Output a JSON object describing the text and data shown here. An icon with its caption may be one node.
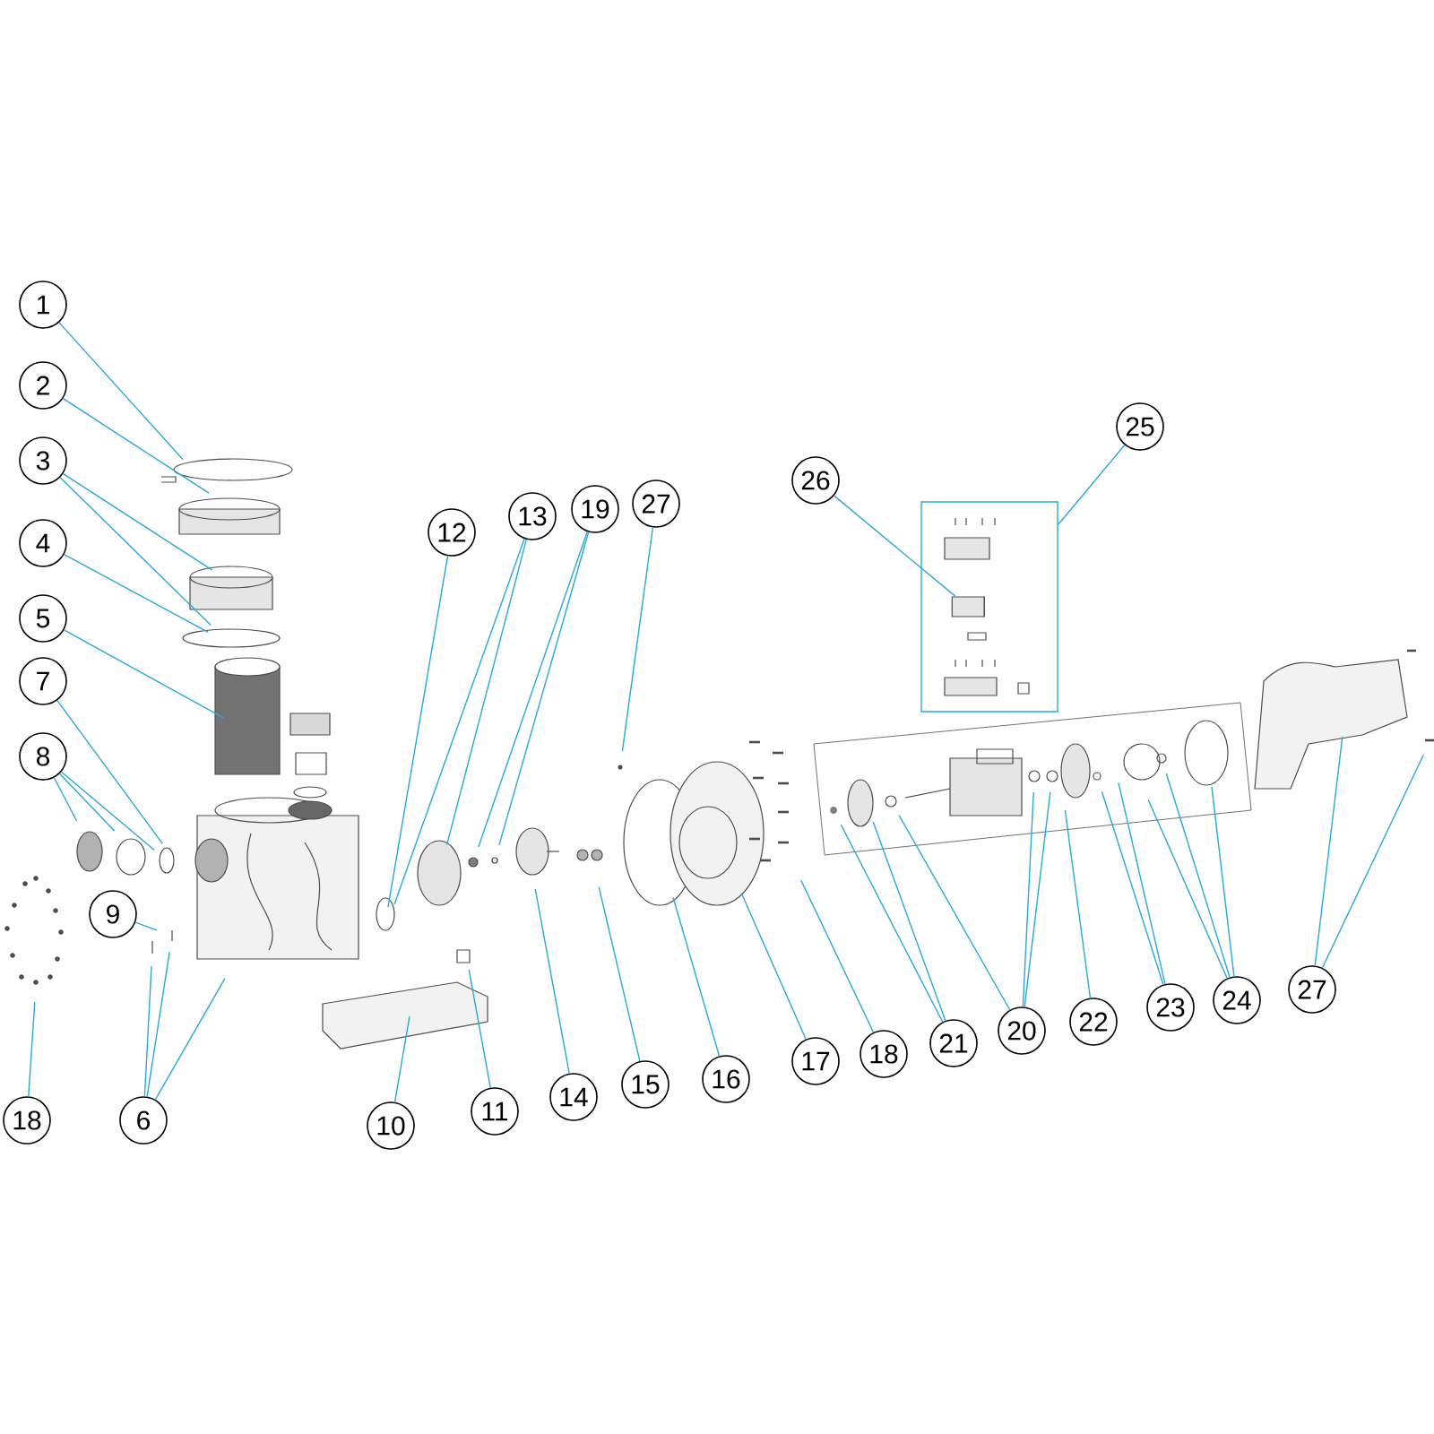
{
  "diagram": {
    "nodes": [
      {
        "text": [
          "1"
        ]
      },
      {
        "text": [
          "2"
        ]
      },
      {
        "text": [
          "3"
        ]
      },
      {
        "text": [
          "4"
        ]
      },
      {
        "text": [
          "5"
        ]
      },
      {
        "text": [
          "7"
        ]
      },
      {
        "text": [
          "8"
        ]
      },
      {
        "text": [
          "9"
        ]
      },
      {
        "text": [
          "18"
        ]
      },
      {
        "text": [
          "6"
        ]
      },
      {
        "text": [
          "12"
        ]
      },
      {
        "text": [
          "13"
        ]
      },
      {
        "text": [
          "19"
        ]
      },
      {
        "text": [
          "27"
        ]
      },
      {
        "text": [
          "10"
        ]
      },
      {
        "text": [
          "11"
        ]
      },
      {
        "text": [
          "14"
        ]
      },
      {
        "text": [
          "15"
        ]
      },
      {
        "text": [
          "16"
        ]
      },
      {
        "text": [
          "17"
        ]
      },
      {
        "text": [
          "18"
        ]
      },
      {
        "text": [
          "21"
        ]
      },
      {
        "text": [
          "20"
        ]
      },
      {
        "text": [
          "22"
        ]
      },
      {
        "text": [
          "23"
        ]
      },
      {
        "text": [
          "24"
        ]
      },
      {
        "text": [
          "27"
        ]
      },
      {
        "text": [
          "26"
        ]
      },
      {
        "text": [
          "25"
        ]
      },
      {
        "text": [],
        "shape": "box"
      },
      {
        "text": [],
        "shape": "cylinder",
        "in": 29
      }
    ],
    "edges": [
      {
        "from": 0,
        "to": null,
        "arrow": "none"
      },
      {
        "from": 1,
        "to": null,
        "arrow": "none"
      },
      {
        "from": 2,
        "to": null,
        "arrow": "none"
      },
      {
        "from": 2,
        "to": null,
        "arrow": "none"
      },
      {
        "from": 3,
        "to": null,
        "arrow": "none"
      },
      {
        "from": 4,
        "to": null,
        "arrow": "none"
      },
      {
        "from": 5,
        "to": null,
        "arrow": "none"
      },
      {
        "from": 6,
        "to": null,
        "arrow": "none"
      },
      {
        "from": 6,
        "to": null,
        "arrow": "none"
      },
      {
        "from": 6,
        "to": null,
        "arrow": "none"
      },
      {
        "from": 7,
        "to": null,
        "arrow": "none"
      },
      {
        "from": 8,
        "to": null,
        "arrow": "none"
      },
      {
        "from": 9,
        "to": null,
        "arrow": "none"
      },
      {
        "from": 9,
        "to": null,
        "arrow": "none"
      },
      {
        "from": 9,
        "to": null,
        "arrow": "none"
      },
      {
        "from": 10,
        "to": null,
        "arrow": "none"
      },
      {
        "from": 11,
        "to": null,
        "arrow": "none"
      },
      {
        "from": 11,
        "to": null,
        "arrow": "none"
      },
      {
        "from": 12,
        "to": null,
        "arrow": "none"
      },
      {
        "from": 12,
        "to": null,
        "arrow": "none"
      },
      {
        "from": 13,
        "to": null,
        "arrow": "none"
      },
      {
        "from": 14,
        "to": null,
        "arrow": "none"
      },
      {
        "from": 15,
        "to": null,
        "arrow": "none"
      },
      {
        "from": 16,
        "to": null,
        "arrow": "none"
      },
      {
        "from": 17,
        "to": null,
        "arrow": "none"
      },
      {
        "from": 18,
        "to": null,
        "arrow": "none"
      },
      {
        "from": 19,
        "to": null,
        "arrow": "none"
      },
      {
        "from": 20,
        "to": null,
        "arrow": "none"
      },
      {
        "from": 21,
        "to": null,
        "arrow": "none"
      },
      {
        "from": 21,
        "to": null,
        "arrow": "none"
      },
      {
        "from": 22,
        "to": null,
        "arrow": "none"
      },
      {
        "from": 22,
        "to": null,
        "arrow": "none"
      },
      {
        "from": 22,
        "to": null,
        "arrow": "none"
      },
      {
        "from": 23,
        "to": null,
        "arrow": "none"
      },
      {
        "from": 24,
        "to": null,
        "arrow": "none"
      },
      {
        "from": 24,
        "to": null,
        "arrow": "none"
      },
      {
        "from": 25,
        "to": null,
        "arrow": "none"
      },
      {
        "from": 25,
        "to": null,
        "arrow": "none"
      },
      {
        "from": 25,
        "to": null,
        "arrow": "none"
      },
      {
        "from": 26,
        "to": null,
        "arrow": "none"
      },
      {
        "from": 26,
        "to": null,
        "arrow": "none"
      },
      {
        "from": 27,
        "to": 30,
        "arrow": "none"
      },
      {
        "from": 28,
        "to": 29,
        "arrow": "none"
      }
    ]
  }
}
